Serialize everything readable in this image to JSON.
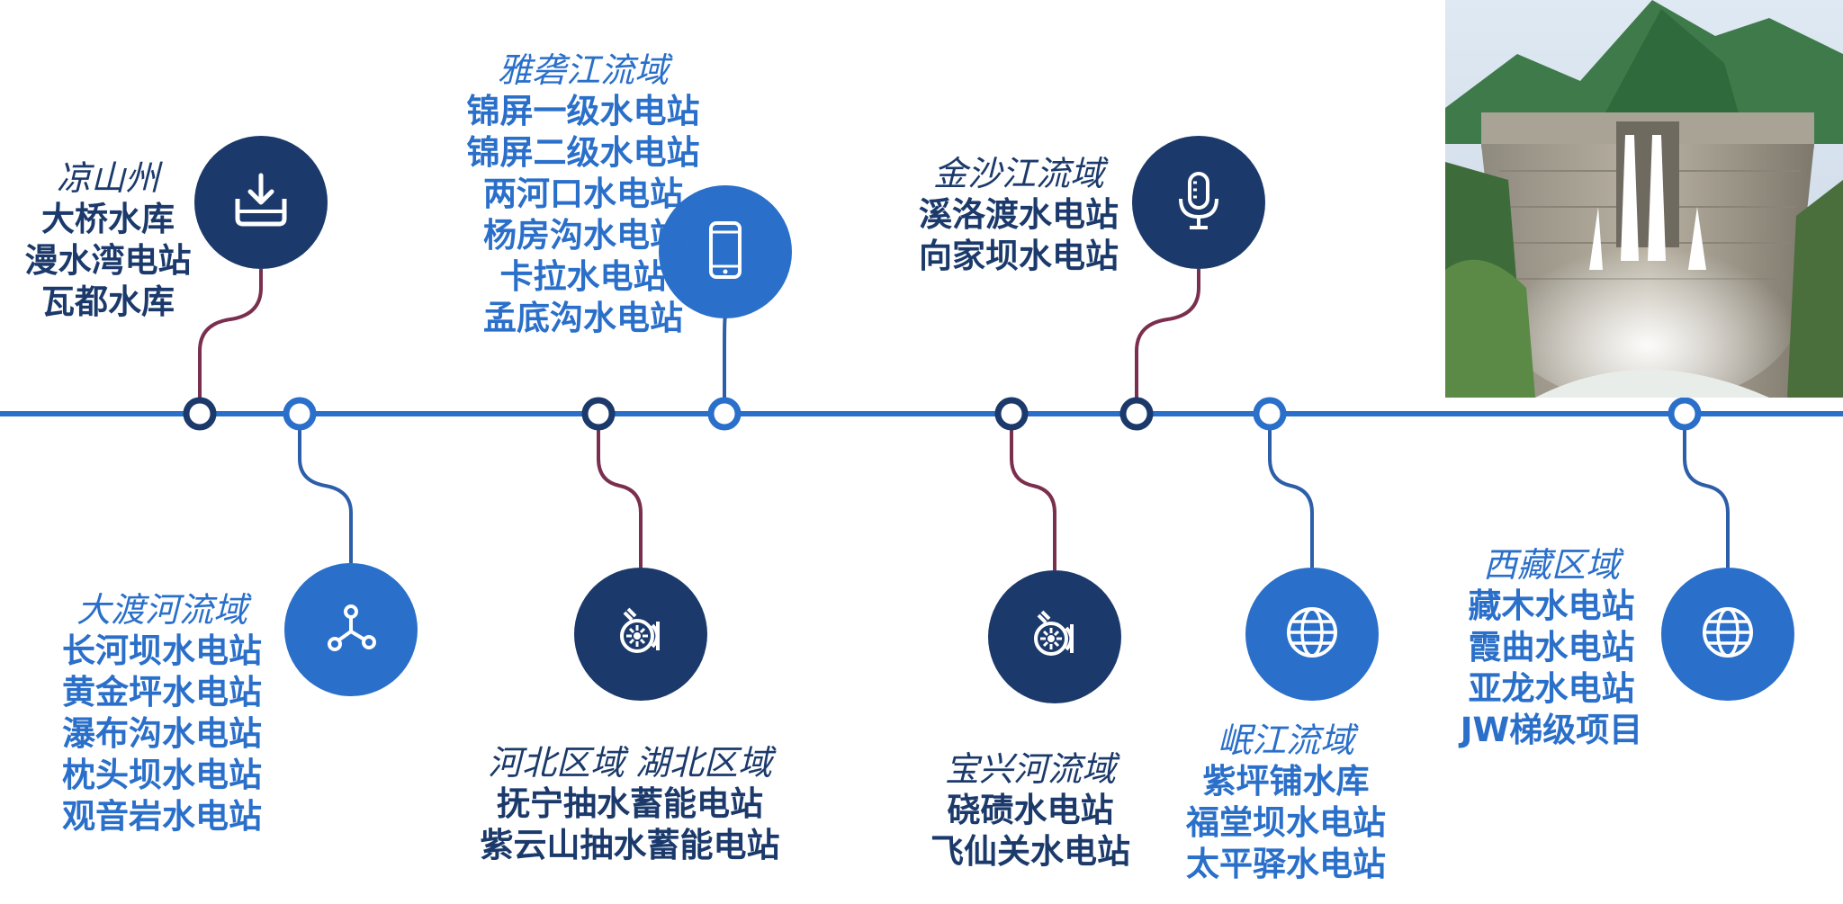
{
  "colors": {
    "axis": "#2a6fc9",
    "dark_node": "#1b3a6b",
    "blue_node": "#2a6fc9",
    "connector_dark": "#7a2f4e",
    "connector_blue": "#2d5ea8",
    "text_dark": "#1b3a6b",
    "text_blue": "#2a6fc9"
  },
  "regions": [
    {
      "title": "凉山州",
      "items": [
        "大桥水库",
        "漫水湾电站",
        "瓦都水库"
      ],
      "icon": "download-icon",
      "tone": "dark"
    },
    {
      "title": "大渡河流域",
      "items": [
        "长河坝水电站",
        "黄金坪水电站",
        "瀑布沟水电站",
        "枕头坝水电站",
        "观音岩水电站"
      ],
      "icon": "network-icon",
      "tone": "blue"
    },
    {
      "title": "雅砻江流域",
      "items": [
        "锦屏一级水电站",
        "锦屏二级水电站",
        "两河口水电站",
        "杨房沟水电站",
        "卡拉水电站",
        "孟底沟水电站"
      ],
      "icon": "smartphone-icon",
      "tone": "blue"
    },
    {
      "title": "河北区域  湖北区域",
      "items": [
        "抚宁抽水蓄能电站",
        "紫云山抽水蓄能电站"
      ],
      "icon": "turbine-icon",
      "tone": "dark"
    },
    {
      "title": "金沙江流域",
      "items": [
        "溪洛渡水电站",
        "向家坝水电站"
      ],
      "icon": "microphone-icon",
      "tone": "dark"
    },
    {
      "title": "宝兴河流域",
      "items": [
        "硗碛水电站",
        "飞仙关水电站"
      ],
      "icon": "turbine-icon",
      "tone": "dark"
    },
    {
      "title": "岷江流域",
      "items": [
        "紫坪铺水库",
        "福堂坝水电站",
        "太平驿水电站"
      ],
      "icon": "globe-icon",
      "tone": "blue"
    },
    {
      "title": "西藏区域",
      "items": [
        "藏木水电站",
        "霞曲水电站",
        "亚龙水电站",
        "JW梯级项目"
      ],
      "icon": "globe-icon",
      "tone": "blue"
    }
  ],
  "photo": {
    "icon": "dam-photo"
  }
}
